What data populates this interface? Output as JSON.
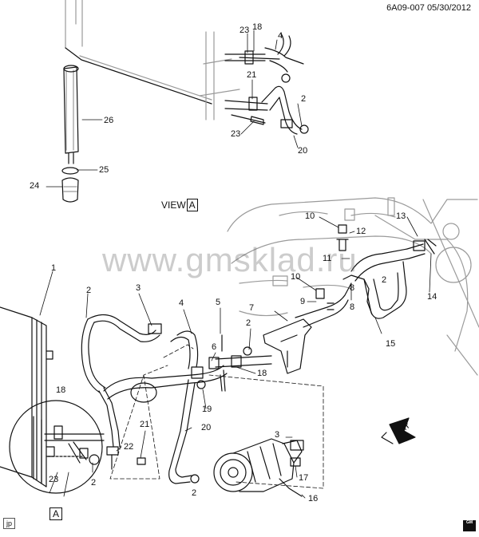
{
  "header": {
    "code": "6A09-007",
    "date": "05/30/2012"
  },
  "watermark": "www.gmsklad.ru",
  "view_label": {
    "text": "VIEW",
    "letter": "A"
  },
  "detail_letter": "A",
  "frt_label": "FRT",
  "footer": {
    "jp": "jp",
    "gm": "GM"
  },
  "colors": {
    "line": "#111111",
    "ghost": "#9a9a9a",
    "watermark": "#6e6e6e"
  },
  "callouts": [
    {
      "id": "c23a",
      "text": "23"
    },
    {
      "id": "c18a",
      "text": "18"
    },
    {
      "id": "c4a",
      "text": "4"
    },
    {
      "id": "c21a",
      "text": "21"
    },
    {
      "id": "c2a",
      "text": "2"
    },
    {
      "id": "c23b",
      "text": "23"
    },
    {
      "id": "c20a",
      "text": "20"
    },
    {
      "id": "c26",
      "text": "26"
    },
    {
      "id": "c25",
      "text": "25"
    },
    {
      "id": "c24",
      "text": "24"
    },
    {
      "id": "c10a",
      "text": "10"
    },
    {
      "id": "c12",
      "text": "12"
    },
    {
      "id": "c13",
      "text": "13"
    },
    {
      "id": "c11",
      "text": "11"
    },
    {
      "id": "c10b",
      "text": "10"
    },
    {
      "id": "c9",
      "text": "9"
    },
    {
      "id": "c2b",
      "text": "2"
    },
    {
      "id": "c8a",
      "text": "8"
    },
    {
      "id": "c14",
      "text": "14"
    },
    {
      "id": "c8b",
      "text": "8"
    },
    {
      "id": "c15",
      "text": "15"
    },
    {
      "id": "c1",
      "text": "1"
    },
    {
      "id": "c2c",
      "text": "2"
    },
    {
      "id": "c3a",
      "text": "3"
    },
    {
      "id": "c4b",
      "text": "4"
    },
    {
      "id": "c5",
      "text": "5"
    },
    {
      "id": "c7",
      "text": "7"
    },
    {
      "id": "c2d",
      "text": "2"
    },
    {
      "id": "c6",
      "text": "6"
    },
    {
      "id": "c18b",
      "text": "18"
    },
    {
      "id": "c19",
      "text": "19"
    },
    {
      "id": "c18c",
      "text": "18"
    },
    {
      "id": "c21b",
      "text": "21"
    },
    {
      "id": "c20b",
      "text": "20"
    },
    {
      "id": "c22",
      "text": "22"
    },
    {
      "id": "c23c",
      "text": "23"
    },
    {
      "id": "c2e",
      "text": "2"
    },
    {
      "id": "c3b",
      "text": "3"
    },
    {
      "id": "c17",
      "text": "17"
    },
    {
      "id": "c2f",
      "text": "2"
    },
    {
      "id": "c16",
      "text": "16"
    }
  ]
}
